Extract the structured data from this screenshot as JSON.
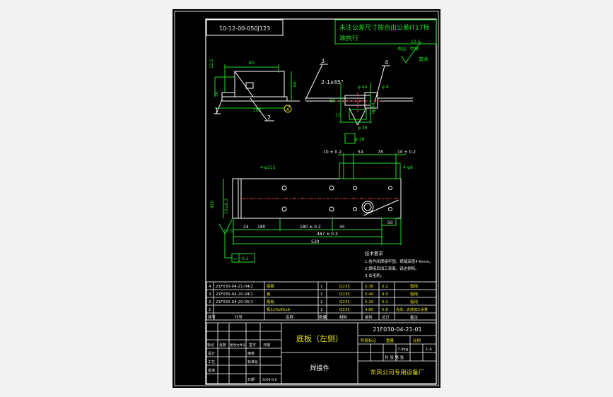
{
  "colors": {
    "background": "#000000",
    "outline": "#ffffff",
    "dimension": "#00e000",
    "part": "#ffffff",
    "centerline": "#ff3030",
    "table_text": "#e6e600",
    "title_text": "#ffff00"
  },
  "header": {
    "drawing_code_box": "10-12-00-050J123",
    "tolerance_note": [
      "未注公差尺寸按自由公差IT17标",
      "准执行"
    ],
    "surface_note": "其余",
    "surface_values": [
      "12.5",
      "周边、倒角"
    ]
  },
  "top_view": {
    "balloons": [
      "1",
      "2",
      "3",
      "4"
    ],
    "dims": [
      "80",
      "12.5",
      "60",
      "30",
      "165",
      "R5",
      "50",
      "2-1x45°",
      "φ 44",
      "30",
      "12",
      "φ 36",
      "φ 54",
      "φ 8",
      "15",
      "φ 28",
      "12.5"
    ],
    "section_marker": "A"
  },
  "main_view": {
    "dims": [
      "10 ± 0.2",
      "54",
      "78",
      "10 ± 0.2",
      "4-φ315",
      "4-φ8",
      "410",
      "10±0.2",
      "24",
      "180",
      "180 ± 0.2",
      "45",
      "487 ± 0.3",
      "530",
      "50",
      "12.5"
    ],
    "flatness_symbol": "▱",
    "flatness_value": "0.1"
  },
  "technical_requirements": {
    "title": "技术要求",
    "items": [
      "1.各件间焊接牢固，焊缝高度4-6mm。",
      "2.焊接后加工表面，锐边倒钝。",
      "3.去毛刺。"
    ]
  },
  "bom": {
    "rows": [
      {
        "seq": "4",
        "code": "21F030-04-21-04/2",
        "name": "接套",
        "qty": "1",
        "material": "Q235",
        "unit_wt": "0.38",
        "total_wt": "0.2",
        "remark": "借用"
      },
      {
        "seq": "3",
        "code": "21F030-04-20-04/1",
        "name": "板",
        "qty": "1",
        "material": "Q235",
        "unit_wt": "0.40",
        "total_wt": "4.9",
        "remark": "借用"
      },
      {
        "seq": "2",
        "code": "21F030-04-20-05/1",
        "name": "筋板",
        "qty": "1",
        "material": "Q235",
        "unit_wt": "0.20",
        "total_wt": "0.2",
        "remark": "借用"
      },
      {
        "seq": "1",
        "code": "",
        "name": "板110x85x8",
        "qty": "1",
        "material": "Q235",
        "unit_wt": "4.80",
        "total_wt": "0.8",
        "remark": "先焊、去掉加工余量"
      }
    ],
    "header": [
      "序号",
      "代号",
      "名称",
      "数量",
      "材料",
      "单件",
      "总计",
      "备注"
    ]
  },
  "title_block": {
    "part_name": "底板（左侧）",
    "drawing_number": "21F030-04-21-01",
    "assembly_type": "焊接件",
    "company": "东风公司专用设备厂",
    "stage_label": "阶段标记",
    "weight_label": "重量",
    "scale_label": "比例",
    "scale": "1:4",
    "weight": "7.9kg",
    "sheet": "共 张 第 张",
    "rev_headers": [
      "标记",
      "处数",
      "更改文件号",
      "签字",
      "日期"
    ],
    "roles": [
      "设计",
      "审核",
      "工艺",
      "标准化",
      "批准",
      "日期"
    ],
    "date": "2008-8-8"
  }
}
